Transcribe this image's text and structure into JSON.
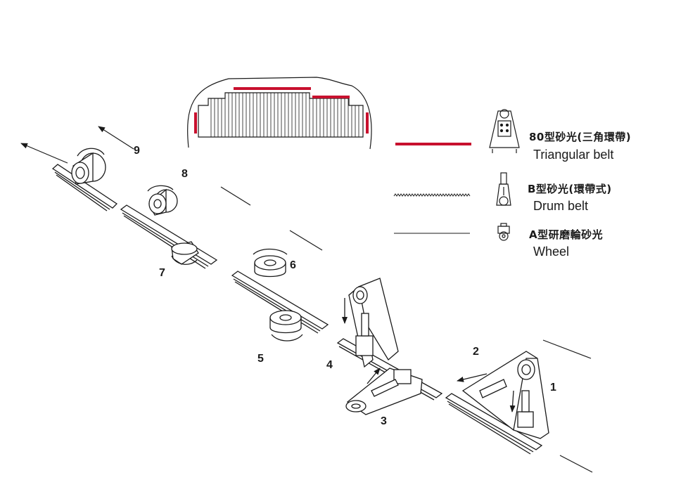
{
  "legend": {
    "items": [
      {
        "title": "80型砂光(三角環帶)",
        "subtitle": "Triangular belt",
        "line_style": "thick-red"
      },
      {
        "title": "B型砂光(環帶式)",
        "subtitle": "Drum belt",
        "line_style": "wavy"
      },
      {
        "title": "A型研磨輪砂光",
        "subtitle": "Wheel",
        "line_style": "thin"
      }
    ]
  },
  "stations": {
    "labels": [
      "1",
      "2",
      "3",
      "4",
      "5",
      "6",
      "7",
      "8",
      "9"
    ]
  },
  "colors": {
    "accent": "#c8102e",
    "ink": "#1a1a1a"
  },
  "icons": [
    "triangular-belt-machine-icon",
    "drum-belt-machine-icon",
    "wheel-machine-icon"
  ]
}
